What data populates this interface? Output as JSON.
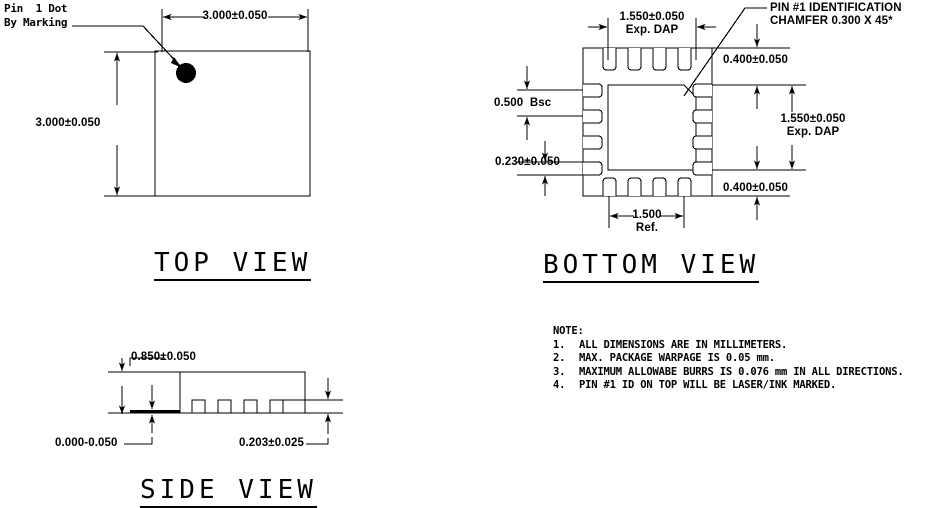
{
  "drawing": {
    "title": "QFN Package Mechanical Drawing",
    "units_note": "ALL DIMENSIONS ARE IN MILLIMETERS",
    "line_color": "#000000",
    "background": "#ffffff"
  },
  "top_view": {
    "title": "TOP VIEW",
    "callout_line1": "Pin  1 Dot",
    "callout_line2": "By Marking",
    "dim_width": "3.000±0.050",
    "dim_height": "3.000±0.050"
  },
  "bottom_view": {
    "title": "BOTTOM VIEW",
    "dim_dap_top_value": "1.550±0.050",
    "dim_dap_top_label": "Exp. DAP",
    "dim_dap_right_value": "1.550±0.050",
    "dim_dap_right_label": "Exp. DAP",
    "dim_pitch": "0.500  Bsc",
    "dim_pad_width": "0.230±0.050",
    "dim_corner_top": "0.400±0.050",
    "dim_corner_bottom": "0.400±0.050",
    "dim_ref_value": "1.500",
    "dim_ref_label": "Ref.",
    "pin1_callout_line1": "PIN #1 IDENTIFICATION",
    "pin1_callout_line2": "CHAMFER 0.300 X 45*",
    "pin_count_per_side": 4,
    "total_pins": 16
  },
  "side_view": {
    "title": "SIDE VIEW",
    "dim_height": "0.850±0.050",
    "dim_standoff": "0.000-0.050",
    "dim_lead_thickness": "0.203±0.025"
  },
  "notes": {
    "heading": "NOTE:",
    "items": [
      {
        "num": "1.",
        "text": "ALL DIMENSIONS ARE IN MILLIMETERS."
      },
      {
        "num": "2.",
        "text": "MAX. PACKAGE WARPAGE IS 0.05 mm."
      },
      {
        "num": "3.",
        "text": "MAXIMUM ALLOWABE BURRS IS 0.076 mm IN ALL DIRECTIONS."
      },
      {
        "num": "4.",
        "text": "PIN #1 ID ON TOP WILL BE LASER/INK MARKED."
      }
    ]
  }
}
